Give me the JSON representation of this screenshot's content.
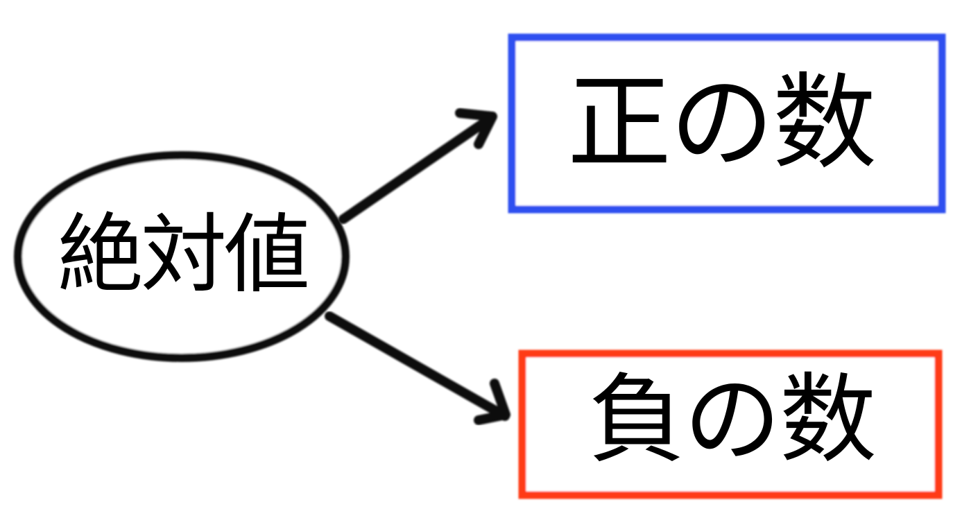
{
  "source_node": {
    "label": "絶対値"
  },
  "targets": [
    {
      "label": "正の数",
      "border_color": "#2f4ff0"
    },
    {
      "label": "負の数",
      "border_color": "#ff3a14"
    }
  ],
  "edge_color": "#111111"
}
